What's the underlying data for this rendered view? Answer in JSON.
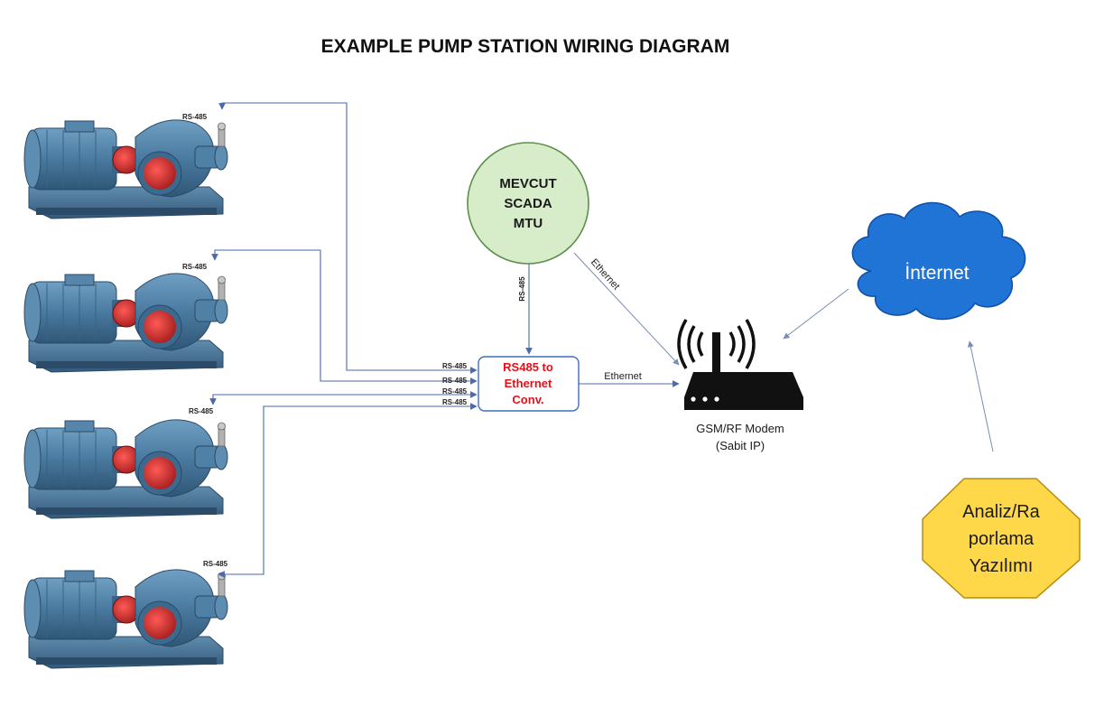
{
  "title": "EXAMPLE PUMP STATION WIRING DIAGRAM",
  "colors": {
    "wire": "#4a6aae",
    "scada_fill": "#d7ecc9",
    "scada_stroke": "#5e8f4b",
    "converter_stroke": "#3f6fb8",
    "converter_text": "#e3101a",
    "cloud_fill": "#1f74d6",
    "octagon_fill": "#ffd84a",
    "pump_body": "#4c7fa4",
    "pump_coupling": "#d6262c"
  },
  "pumps": [
    {
      "rs485_label": "RS-485"
    },
    {
      "rs485_label": "RS-485"
    },
    {
      "rs485_label": "RS-485"
    },
    {
      "rs485_label": "RS-485"
    }
  ],
  "converter": {
    "lines": [
      "RS485 to",
      "Ethernet",
      "Conv."
    ],
    "input_labels": [
      "RS-485",
      "RS-485",
      "RS-485",
      "RS-485"
    ]
  },
  "scada": {
    "lines": [
      "MEVCUT",
      "SCADA",
      "MTU"
    ],
    "link_label": "RS-485",
    "ethernet_label": "Ethernet"
  },
  "converter_ethernet_label": "Ethernet",
  "modem": {
    "lines": [
      "GSM/RF Modem",
      "(Sabit IP)"
    ],
    "icon": "wireless-router-icon"
  },
  "internet": {
    "label": "İnternet",
    "icon": "cloud-icon"
  },
  "software": {
    "lines": [
      "Analiz/Ra",
      "porlama",
      "Yazılımı"
    ]
  }
}
